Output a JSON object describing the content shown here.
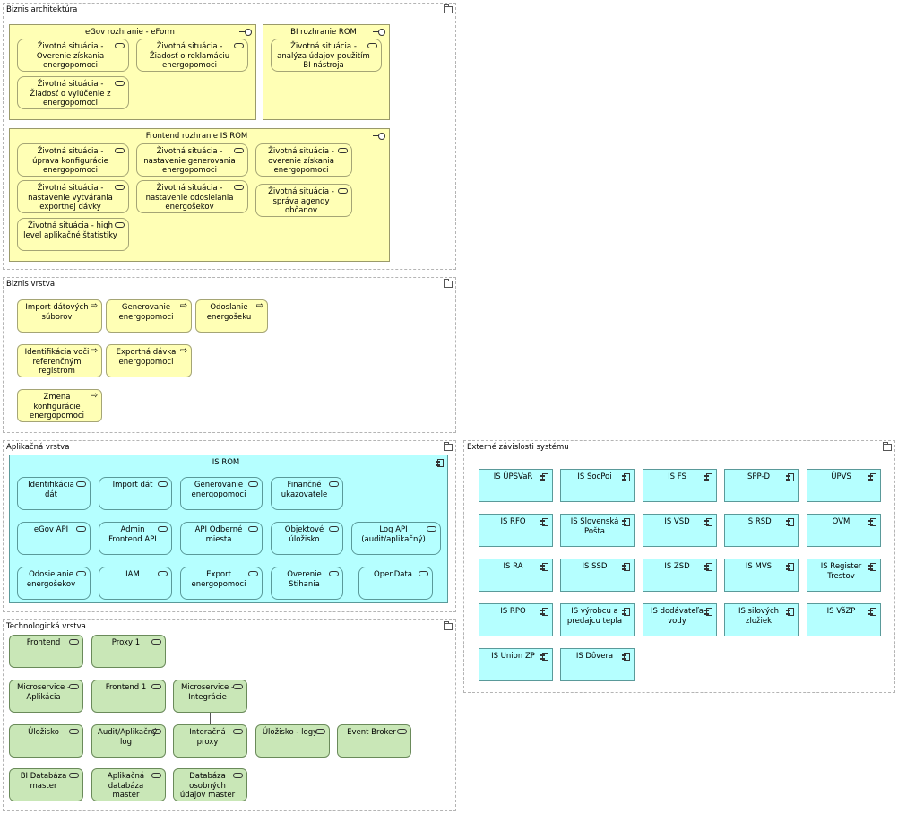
{
  "groups": {
    "business_arch": "Biznis architektúra",
    "business_layer": "Biznis vrstva",
    "app_layer": "Aplikačná vrstva",
    "external": "Externé závislosti systému",
    "tech_layer": "Technologická vrstva"
  },
  "interfaces": {
    "egov": "eGov rozhranie - eForm",
    "bi": "BI rozhranie ROM",
    "frontend": "Frontend rozhranie IS ROM"
  },
  "egov_services": [
    "Životná situácia - Overenie získania energopomoci",
    "Životná situácia - Žiadosť o reklamáciu energopomoci",
    "Životná situácia - Žiadosť o vylúčenie z energopomoci"
  ],
  "bi_services": [
    "Životná situácia - analýza údajov použitím BI nástroja"
  ],
  "frontend_services": [
    "Životná situácia - úprava konfigurácie energopomoci",
    "Životná situácia - nastavenie generovania energopomoci",
    "Životná situácia - overenie získania energopomoci",
    "Životná situácia - nastavenie vytvárania exportnej dávky",
    "Životná situácia - nastavenie odosielania energošekov",
    "Životná situácia - správa agendy občanov",
    "Životná situácia - high level aplikačné štatistiky"
  ],
  "processes": [
    "Import dátových súborov",
    "Generovanie energopomoci",
    "Odoslanie energošeku",
    "Identifikácia voči referenčným registrom",
    "Exportná dávka energopomoci",
    "Zmena konfigurácie energopomoci"
  ],
  "is_rom": {
    "title": "IS ROM",
    "services": [
      "Identifikácia dát",
      "Import dát",
      "Generovanie energopomoci",
      "Finančné ukazovatele",
      "eGov API",
      "Admin Frontend API",
      "API Odberné miesta",
      "Objektové úložisko",
      "Log API (audit/aplikačný)",
      "Odosielanie energošekov",
      "IAM",
      "Export energopomoci",
      "Overenie Stihania",
      "OpenData"
    ]
  },
  "external_systems": [
    "IS ÚPSVaR",
    "IS SocPoi",
    "IS FS",
    "SPP-D",
    "ÚPVS",
    "IS RFO",
    "IS Slovenská Pošta",
    "IS VSD",
    "IS RSD",
    "OVM",
    "IS RA",
    "IS SSD",
    "IS ZSD",
    "IS MVS",
    "IS Register Trestov",
    "IS RPO",
    "IS výrobcu a predajcu tepla",
    "IS dodávateľa vody",
    "IS silových zložiek",
    "IS VšZP",
    "IS Union ZP",
    "IS Dôvera"
  ],
  "tech_nodes": [
    "Frontend",
    "Proxy 1",
    "Microservice - Aplikácia",
    "Frontend 1",
    "Microservice - Integrácie",
    "Úložisko",
    "Audit/Aplikačný log",
    "Interačná proxy",
    "Úložisko - logy",
    "Event Broker",
    "BI Databáza master",
    "Aplikačná databáza master",
    "Databáza osobných údajov master"
  ]
}
